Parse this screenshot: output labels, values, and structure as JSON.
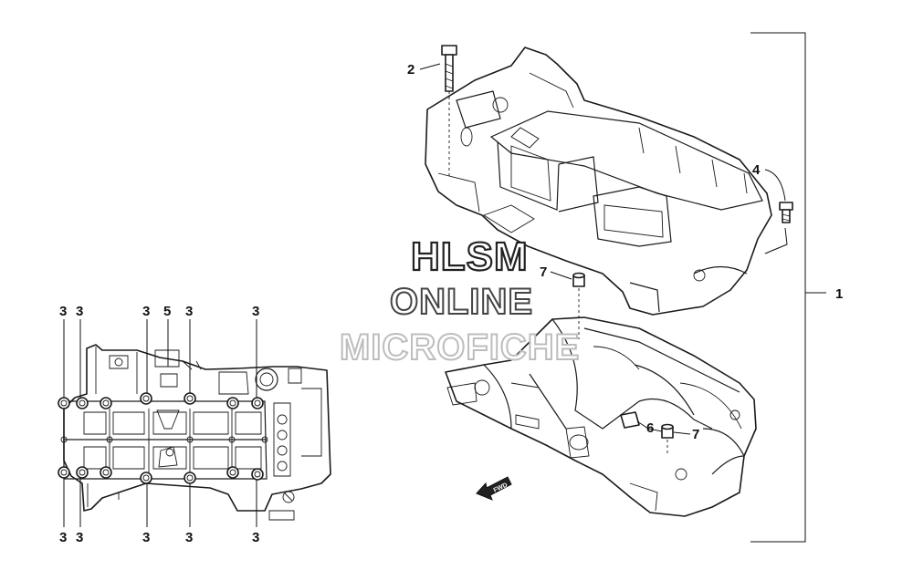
{
  "diagram": {
    "callouts": {
      "c1": "1",
      "c2": "2",
      "c3": "3",
      "c4": "4",
      "c5": "5",
      "c6": "6",
      "c7": "7"
    },
    "forward_arrow_label": "FWD",
    "watermark": {
      "line1": "HLSM",
      "line2": "ONLINE",
      "line3": "MICROFICHE"
    }
  }
}
